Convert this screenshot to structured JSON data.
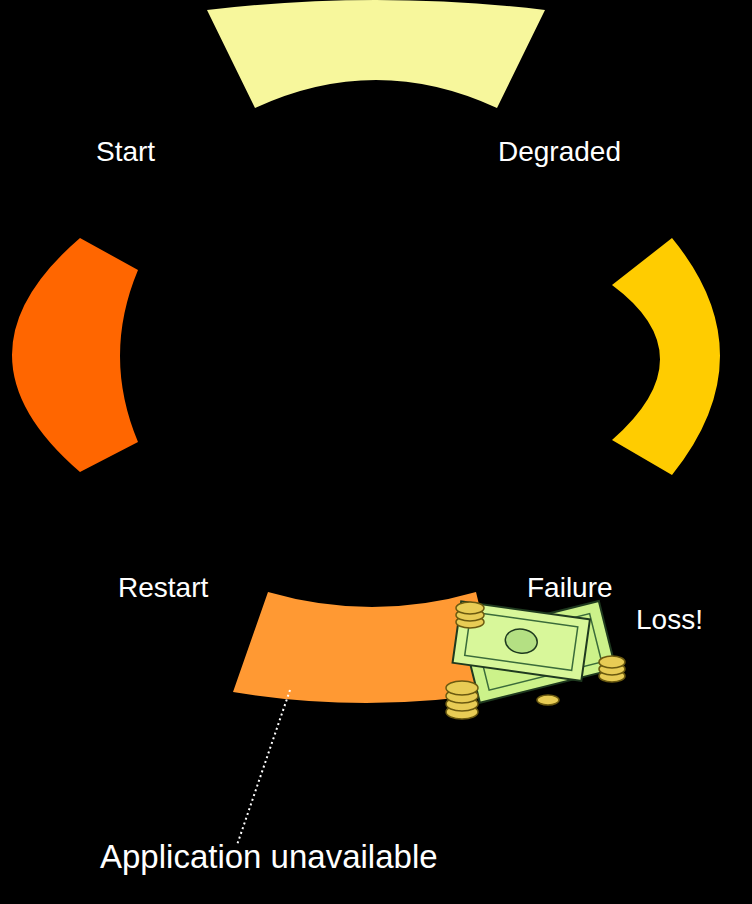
{
  "diagram": {
    "labels": [
      "Start",
      "Degraded",
      "Restart",
      "Failure",
      "Loss!",
      "Application unavailable"
    ]
  }
}
